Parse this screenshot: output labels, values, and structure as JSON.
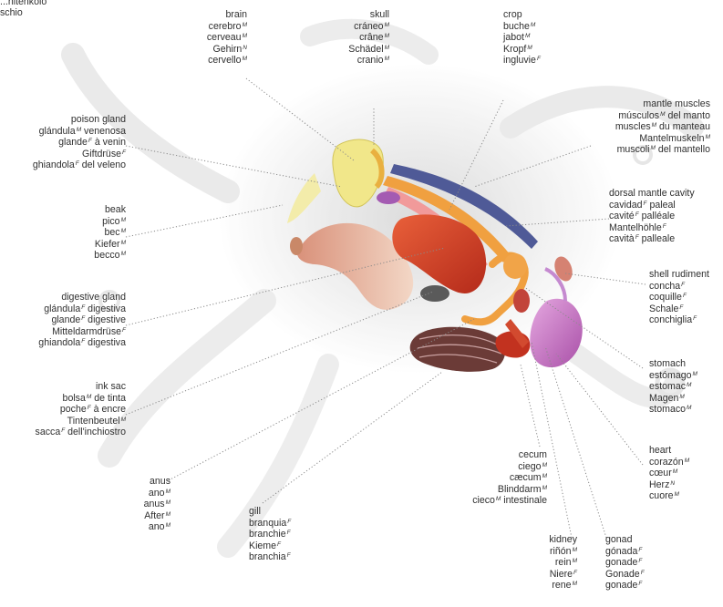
{
  "corner_text": [
    "...nitenkolo",
    "schio"
  ],
  "labels": [
    {
      "key": "brain",
      "lines": [
        {
          "t": "brain"
        },
        {
          "t": "cerebro",
          "g": "M"
        },
        {
          "t": "cerveau",
          "g": "M"
        },
        {
          "t": "Gehirn",
          "g": "N"
        },
        {
          "t": "cervello",
          "g": "M"
        }
      ]
    },
    {
      "key": "skull",
      "lines": [
        {
          "t": "skull"
        },
        {
          "t": "cráneo",
          "g": "M"
        },
        {
          "t": "crâne",
          "g": "M"
        },
        {
          "t": "Schädel",
          "g": "M"
        },
        {
          "t": "cranio",
          "g": "M"
        }
      ]
    },
    {
      "key": "crop",
      "lines": [
        {
          "t": "crop"
        },
        {
          "t": "buche",
          "g": "M"
        },
        {
          "t": "jabot",
          "g": "M"
        },
        {
          "t": "Kropf",
          "g": "M"
        },
        {
          "t": "ingluvie",
          "g": "F"
        }
      ]
    },
    {
      "key": "poison-gland",
      "lines": [
        {
          "t": "poison gland"
        },
        {
          "t": "glándula",
          "g": "M",
          "after": " venenosa"
        },
        {
          "t": "glande",
          "g": "F",
          "after": " à venin"
        },
        {
          "t": "Giftdrüse",
          "g": "F"
        },
        {
          "t": "ghiandola",
          "g": "F",
          "after": " del veleno"
        }
      ]
    },
    {
      "key": "mantle-muscles",
      "lines": [
        {
          "t": "mantle muscles"
        },
        {
          "t": "músculos",
          "g": "M",
          "after": " del manto"
        },
        {
          "t": "muscles",
          "g": "M",
          "after": " du manteau"
        },
        {
          "t": "Mantelmuskeln",
          "g": "M"
        },
        {
          "t": "muscoli",
          "g": "M",
          "after": " del mantello"
        }
      ]
    },
    {
      "key": "beak",
      "lines": [
        {
          "t": "beak"
        },
        {
          "t": "pico",
          "g": "M"
        },
        {
          "t": "bec",
          "g": "M"
        },
        {
          "t": "Kiefer",
          "g": "M"
        },
        {
          "t": "becco",
          "g": "M"
        }
      ]
    },
    {
      "key": "dorsal-mantle-cavity",
      "lines": [
        {
          "t": "dorsal mantle cavity"
        },
        {
          "t": "cavidad",
          "g": "F",
          "after": " paleal"
        },
        {
          "t": "cavité",
          "g": "F",
          "after": " palléale"
        },
        {
          "t": "Mantelhöhle",
          "g": "F"
        },
        {
          "t": "cavità",
          "g": "F",
          "after": " palleale"
        }
      ]
    },
    {
      "key": "digestive-gland",
      "lines": [
        {
          "t": "digestive gland"
        },
        {
          "t": "glándula",
          "g": "F",
          "after": " digestiva"
        },
        {
          "t": "glande",
          "g": "F",
          "after": " digestive"
        },
        {
          "t": "Mitteldarmdrüse",
          "g": "F"
        },
        {
          "t": "ghiandola",
          "g": "F",
          "after": " digestiva"
        }
      ]
    },
    {
      "key": "shell-rudiment",
      "lines": [
        {
          "t": "shell rudiment"
        },
        {
          "t": "concha",
          "g": "F"
        },
        {
          "t": "coquille",
          "g": "F"
        },
        {
          "t": "Schale",
          "g": "F"
        },
        {
          "t": "conchiglia",
          "g": "F"
        }
      ]
    },
    {
      "key": "ink-sac",
      "lines": [
        {
          "t": "ink sac"
        },
        {
          "t": "bolsa",
          "g": "M",
          "after": " de tinta"
        },
        {
          "t": "poche",
          "g": "F",
          "after": " à encre"
        },
        {
          "t": "Tintenbeutel",
          "g": "M"
        },
        {
          "t": "sacca",
          "g": "F",
          "after": " dell'inchiostro"
        }
      ]
    },
    {
      "key": "stomach",
      "lines": [
        {
          "t": "stomach"
        },
        {
          "t": "estómago",
          "g": "M"
        },
        {
          "t": "estomac",
          "g": "M"
        },
        {
          "t": "Magen",
          "g": "M"
        },
        {
          "t": "stomaco",
          "g": "M"
        }
      ]
    },
    {
      "key": "heart",
      "lines": [
        {
          "t": "heart"
        },
        {
          "t": "corazón",
          "g": "M"
        },
        {
          "t": "cœur",
          "g": "M"
        },
        {
          "t": "Herz",
          "g": "N"
        },
        {
          "t": "cuore",
          "g": "M"
        }
      ]
    },
    {
      "key": "anus",
      "lines": [
        {
          "t": "anus"
        },
        {
          "t": "ano",
          "g": "M"
        },
        {
          "t": "anus",
          "g": "M"
        },
        {
          "t": "After",
          "g": "M"
        },
        {
          "t": "ano",
          "g": "M"
        }
      ]
    },
    {
      "key": "cecum",
      "lines": [
        {
          "t": "cecum"
        },
        {
          "t": "ciego",
          "g": "M"
        },
        {
          "t": "cæcum",
          "g": "M"
        },
        {
          "t": "Blinddarm",
          "g": "M"
        },
        {
          "t": "cieco",
          "g": "M",
          "after": " intestinale"
        }
      ]
    },
    {
      "key": "gill",
      "lines": [
        {
          "t": "gill"
        },
        {
          "t": "branquia",
          "g": "F"
        },
        {
          "t": "branchie",
          "g": "F"
        },
        {
          "t": "Kieme",
          "g": "F"
        },
        {
          "t": "branchia",
          "g": "F"
        }
      ]
    },
    {
      "key": "kidney",
      "lines": [
        {
          "t": "kidney"
        },
        {
          "t": "riñón",
          "g": "M"
        },
        {
          "t": "rein",
          "g": "M"
        },
        {
          "t": "Niere",
          "g": "F"
        },
        {
          "t": "rene",
          "g": "M"
        }
      ]
    },
    {
      "key": "gonad",
      "lines": [
        {
          "t": "gonad"
        },
        {
          "t": "gónada",
          "g": "F"
        },
        {
          "t": "gonade",
          "g": "F"
        },
        {
          "t": "Gonade",
          "g": "F"
        },
        {
          "t": "gonade",
          "g": "F"
        }
      ]
    }
  ]
}
